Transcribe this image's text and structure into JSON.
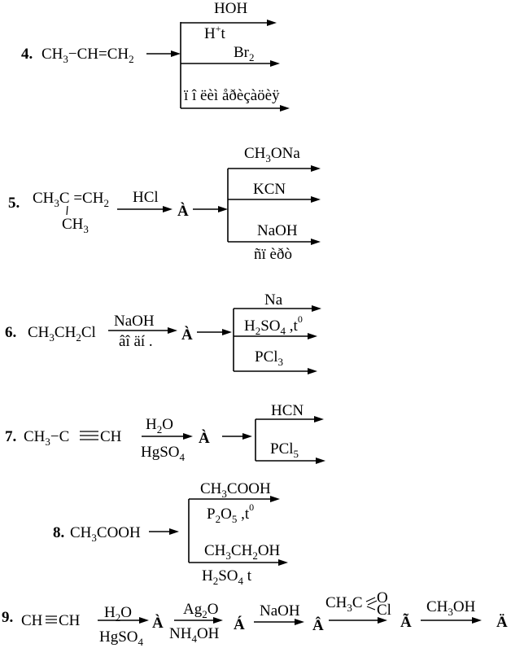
{
  "problems": [
    {
      "number": "4.",
      "reactant": "CH3−CH=CH2",
      "reagents": [
        {
          "above": "HOH",
          "below": "H+t"
        },
        {
          "above": "Br2",
          "below": ""
        },
        {
          "above": "ï î ëèì åðèçàöèÿ",
          "below": ""
        }
      ]
    },
    {
      "number": "5.",
      "reactant_top": "CH3C =CH2",
      "reactant_bottom": "CH3",
      "reagent": "HCl",
      "intermediate": "À",
      "reagents": [
        {
          "above": "CH3ONa",
          "below": ""
        },
        {
          "above": "KCN",
          "below": ""
        },
        {
          "above": "NaOH",
          "below": "ñï èðò"
        }
      ]
    },
    {
      "number": "6.",
      "reactant": "CH3CH2Cl",
      "reagent_above": "NaOH",
      "reagent_below": "âî äí .",
      "intermediate": "À",
      "reagents": [
        {
          "above": "Na"
        },
        {
          "above": "H2SO4 ,t0"
        },
        {
          "above": "PCl3"
        }
      ]
    },
    {
      "number": "7.",
      "reactant": "CH3−C≡CH",
      "reagent_above": "H2O",
      "reagent_below": "HgSO4",
      "intermediate": "À",
      "reagents": [
        {
          "above": "HCN"
        },
        {
          "above": "PCl5"
        }
      ]
    },
    {
      "number": "8.",
      "reactant": "CH3COOH",
      "reagents": [
        {
          "above": "CH3COOH",
          "below": "P2O5 ,t0"
        },
        {
          "above": "CH3CH2OH",
          "below": "H2SO4 t"
        }
      ]
    },
    {
      "number": "9.",
      "reactant": "CH≡CH",
      "steps": [
        {
          "above": "H2O",
          "below": "HgSO4",
          "product": "À"
        },
        {
          "above": "Ag2O",
          "below": "NH4OH",
          "product": "Á"
        },
        {
          "above": "NaOH",
          "below": "",
          "product": "Â"
        },
        {
          "above": "CH3C",
          "above_o": "O",
          "above_cl": "Cl",
          "below": "",
          "product": "Ã"
        },
        {
          "above": "CH3OH",
          "below": "",
          "product": "Ä"
        }
      ]
    }
  ]
}
